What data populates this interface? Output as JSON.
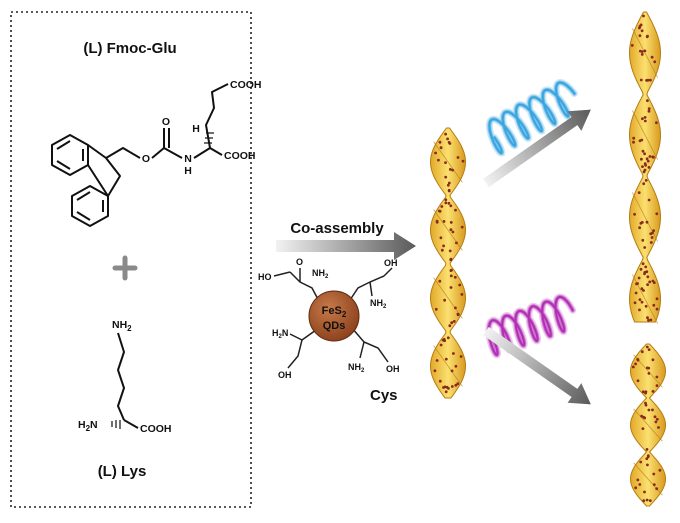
{
  "reactants": {
    "fmoc_glu": {
      "name": "(L) Fmoc-Glu",
      "cooh_top": "COOH",
      "cooh_alpha": "COOH",
      "h_label": "H",
      "nh_label": "N",
      "nh_h": "H",
      "o_ester": "O",
      "o_carbonyl": "O"
    },
    "plus": "+",
    "lys": {
      "name": "(L) Lys",
      "nh2_top": "NH",
      "nh2_top_sub": "2",
      "h2n_alpha": "H",
      "h2n_sub": "2",
      "h2n_n": "N",
      "cooh": "COOH"
    }
  },
  "process": {
    "arrow_label": "Co-assembly",
    "qd_line1": "FeS",
    "qd_line1_sub": "2",
    "qd_line2": "QDs",
    "ligand_name": "Cys",
    "ligand_groups": {
      "ho_top_left": "HO",
      "nh2_top_left": "NH",
      "nh2_sub": "2",
      "oh_top_right": "OH",
      "nh2_right": "NH",
      "h2n_left": "H",
      "h2n_left_sub": "2",
      "h2n_left_n": "N",
      "oh_bottom_left": "OH",
      "oh_bottom_right": "OH",
      "nh2_bottom": "NH",
      "o_label": "O"
    }
  },
  "colors": {
    "helix_fill": "#f0c23a",
    "helix_edge": "#b57c10",
    "dot": "#8a2a1c",
    "qd_fill": "#a5532a",
    "spring_blue": "#38a4e0",
    "spring_purple": "#b22fb5",
    "arrow_dark": "#555555"
  }
}
